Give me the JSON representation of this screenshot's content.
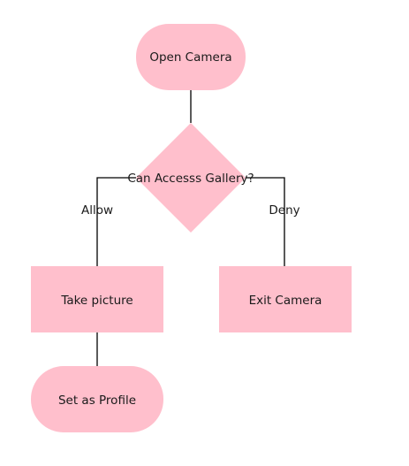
{
  "colors": {
    "node_fill": "#ffbfcc",
    "connector": "#000000",
    "text": "#1a1a1a",
    "background": "#ffffff"
  },
  "nodes": {
    "start": {
      "shape": "terminator",
      "label": "Open Camera"
    },
    "decision": {
      "shape": "diamond",
      "label": "Can Accesss Gallery?"
    },
    "allow_action": {
      "shape": "process",
      "label": "Take picture"
    },
    "deny_action": {
      "shape": "process",
      "label": "Exit Camera"
    },
    "end": {
      "shape": "terminator",
      "label": "Set as Profile"
    }
  },
  "edges": {
    "start_to_decision": {
      "from": "Open Camera",
      "to": "Can Accesss Gallery?",
      "label": ""
    },
    "decision_to_allow": {
      "from": "Can Accesss Gallery?",
      "to": "Take picture",
      "label": "Allow"
    },
    "decision_to_deny": {
      "from": "Can Accesss Gallery?",
      "to": "Exit Camera",
      "label": "Deny"
    },
    "allow_to_end": {
      "from": "Take picture",
      "to": "Set as Profile",
      "label": ""
    }
  }
}
